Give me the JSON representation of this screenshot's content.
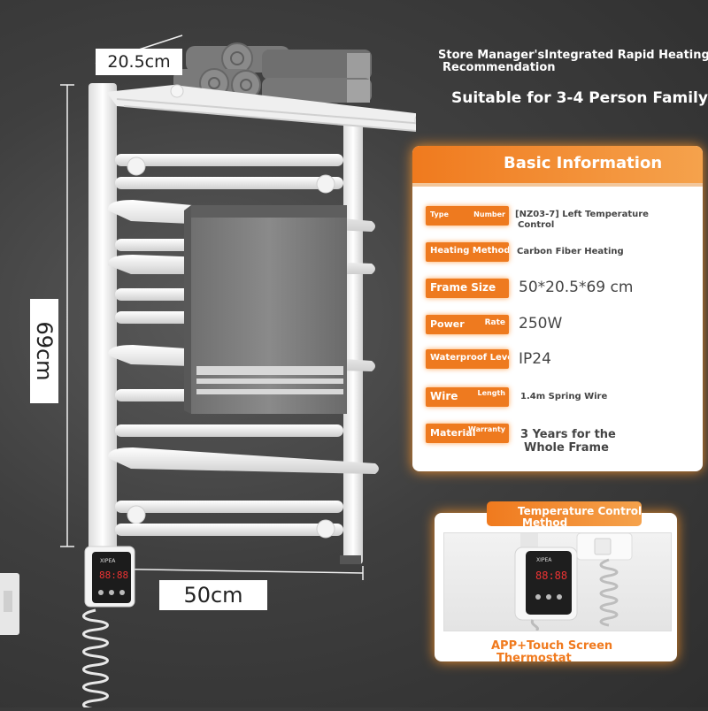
{
  "dimensions": {
    "depth": "20.5cm",
    "height": "69cm",
    "width": "50cm"
  },
  "header": {
    "line1": "Store Manager'sIntegrated Rapid Heating",
    "line2": "Recommendation",
    "subtitle": "Suitable for 3-4 Person Family"
  },
  "info_card": {
    "title": "Basic Information",
    "rows": [
      {
        "label": "Type",
        "sub": "Number",
        "value_line1": "[NZ03-7] Left Temperature",
        "value_line2": "Control"
      },
      {
        "label": "Heating Method",
        "sub": "",
        "value_line1": "Carbon Fiber Heating",
        "value_line2": ""
      },
      {
        "label": "Frame Size",
        "sub": "",
        "value_line1": "50*20.5*69 cm",
        "value_line2": ""
      },
      {
        "label": "Power",
        "sub": "Rate",
        "value_line1": "250W",
        "value_line2": ""
      },
      {
        "label": "Waterproof Level",
        "sub": "",
        "value_line1": "IP24",
        "value_line2": ""
      },
      {
        "label": "Wire",
        "sub": "Length",
        "value_line1": "1.4m Spring Wire",
        "value_line2": ""
      },
      {
        "label": "Material",
        "sub": "Warranty",
        "value_line1": "3 Years for the",
        "value_line2": "Whole Frame"
      }
    ]
  },
  "temperature_card": {
    "title_line1": "Temperature Control",
    "title_line2": "Method",
    "caption_line1": "APP+Touch Screen",
    "caption_line2": "Thermostat",
    "display_brand": "XIPEA",
    "display_readout": "88:88"
  },
  "colors": {
    "accent": "#ee7a1f",
    "accent_light": "#f5a24c",
    "background": "#3f3f3f"
  },
  "icons": [
    "towel-rack-illustration",
    "thermostat-icon",
    "wall-socket-icon",
    "spring-cord-icon"
  ]
}
